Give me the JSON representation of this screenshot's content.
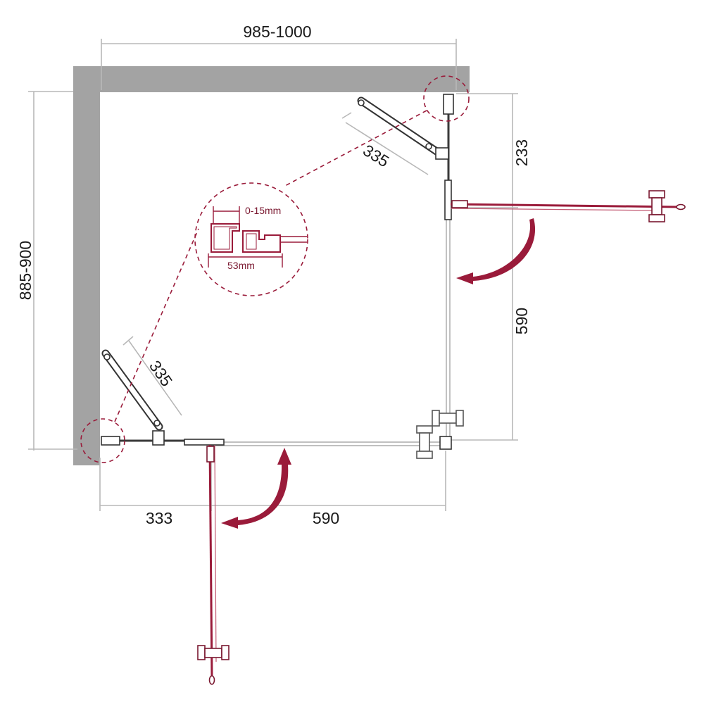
{
  "dimensions": {
    "top_width": "985-1000",
    "left_height": "885-900",
    "right_upper": "233",
    "right_lower": "590",
    "bottom_left": "333",
    "bottom_right": "590",
    "brace_upper": "335",
    "brace_lower": "335"
  },
  "detail": {
    "gap_label": "0-15mm",
    "width_label": "53mm"
  },
  "colors": {
    "wall": "#a3a3a3",
    "door": "#9a1b3a",
    "glass": "#3a3a3a",
    "dimension_line": "#b8b8b8"
  }
}
